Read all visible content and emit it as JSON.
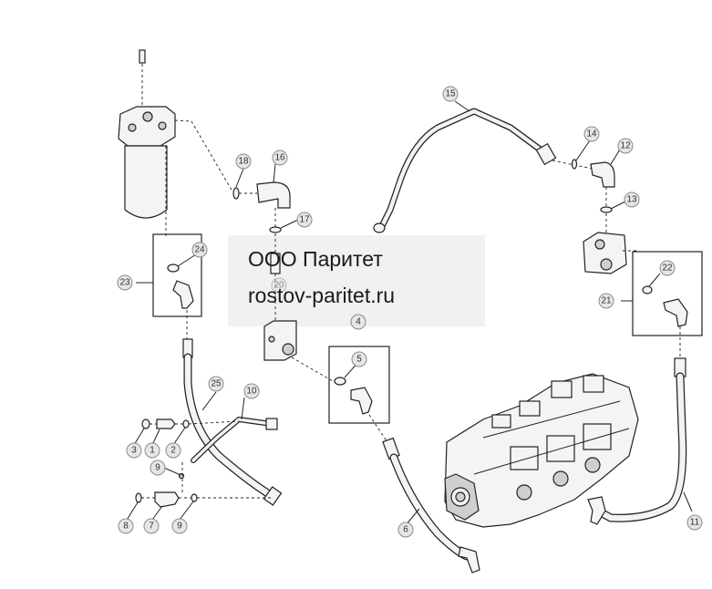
{
  "watermark": {
    "line1": "ООО Паритет",
    "line2": "rostov-paritet.ru"
  },
  "callouts": {
    "c1": "1",
    "c2": "2",
    "c3": "3",
    "c4": "4",
    "c5": "5",
    "c6": "6",
    "c7": "7",
    "c8": "8",
    "c9a": "9",
    "c9b": "9",
    "c10": "10",
    "c11": "11",
    "c12": "12",
    "c13": "13",
    "c14": "14",
    "c15": "15",
    "c16": "16",
    "c17": "17",
    "c18": "18",
    "c20": "20",
    "c21": "21",
    "c22": "22",
    "c23": "23",
    "c24": "24",
    "c25": "25"
  }
}
